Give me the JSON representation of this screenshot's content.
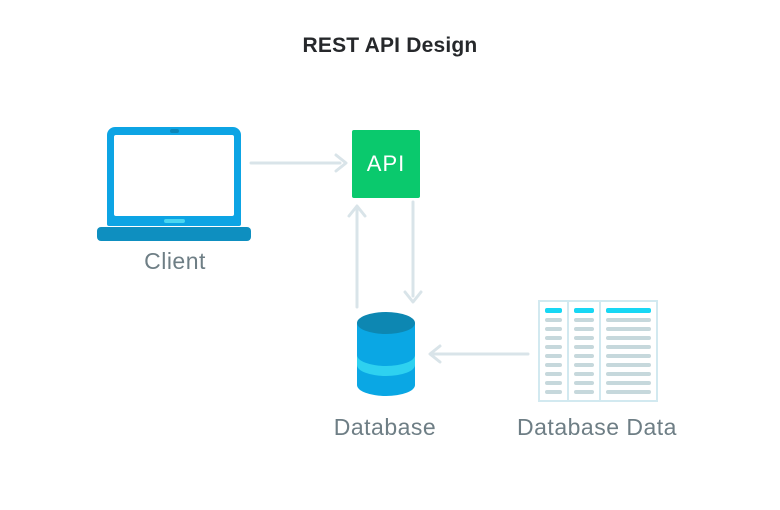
{
  "diagram": {
    "title": "REST API Design",
    "nodes": {
      "client": {
        "label": "Client",
        "icon": "laptop-icon"
      },
      "api": {
        "label": "API",
        "icon": "green-box"
      },
      "database": {
        "label": "Database",
        "icon": "database-cylinder-icon"
      },
      "database_data": {
        "label": "Database Data",
        "icon": "data-table-icon"
      }
    },
    "edges": [
      {
        "from": "client",
        "to": "api",
        "direction": "right"
      },
      {
        "from": "api",
        "to": "database",
        "direction": "down"
      },
      {
        "from": "database",
        "to": "api",
        "direction": "up"
      },
      {
        "from": "database_data",
        "to": "database",
        "direction": "left"
      }
    ],
    "colors": {
      "title_dark": "#26282b",
      "label_gray": "#6e7e85",
      "api_green": "#0ac96d",
      "laptop_frame": "#0da4e4",
      "laptop_base": "#0e8fc0",
      "laptop_notch": "#49d6f2",
      "laptop_camera": "#0c85b8",
      "db_top": "#0d87b2",
      "db_body": "#0aa7e4",
      "db_band": "#2ed1f0",
      "arrow_gray": "#d9e4e9",
      "table_border": "#d2e9f0",
      "bar_gray": "#c6d8dc",
      "bar_cyan": "#17d7f4"
    }
  },
  "table_icon": {
    "columns": 3,
    "rows": 10
  }
}
